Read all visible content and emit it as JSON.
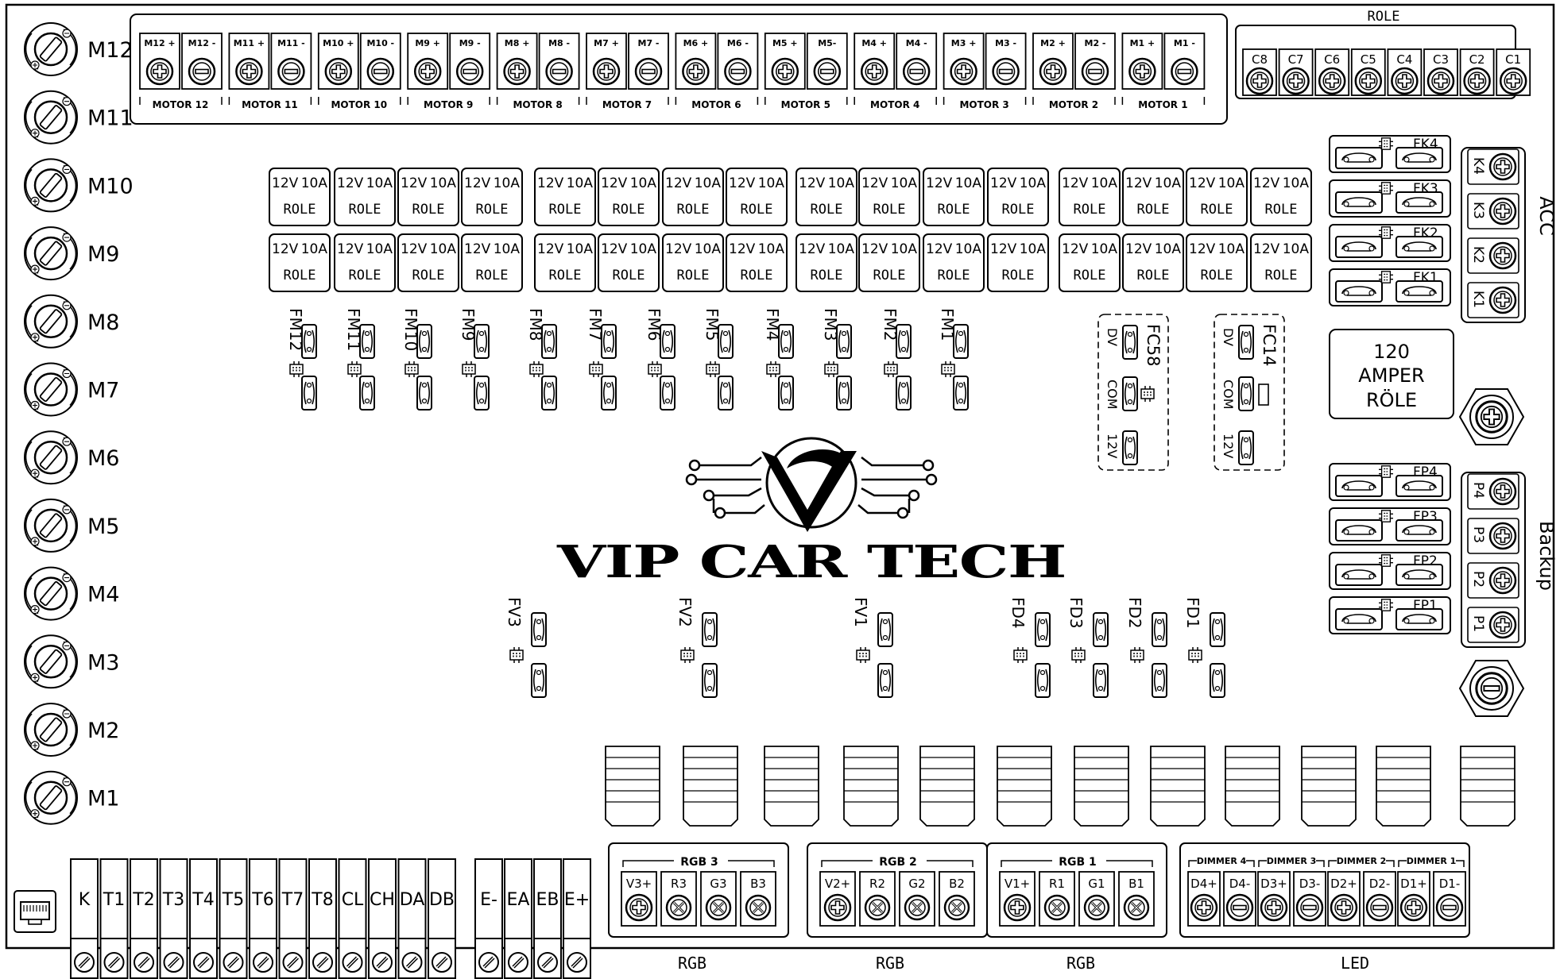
{
  "brand": {
    "name": "VIP CAR TECH"
  },
  "left_motors": [
    "M12",
    "M11",
    "M10",
    "M9",
    "M8",
    "M7",
    "M6",
    "M5",
    "M4",
    "M3",
    "M2",
    "M1"
  ],
  "motor_terminals": {
    "plus_labels": [
      "M12 +",
      "M11 +",
      "M10 +",
      "M9 +",
      "M8 +",
      "M7 +",
      "M6 +",
      "M5 +",
      "M4 +",
      "M3 +",
      "M2 +",
      "M1 +"
    ],
    "minus_labels": [
      "M12 -",
      "M11 -",
      "M10 -",
      "M9 -",
      "M8 -",
      "M7 -",
      "M6 -",
      "M5-",
      "M4 -",
      "M3 -",
      "M2 -",
      "M1 -"
    ],
    "group_labels": [
      "MOTOR 12",
      "MOTOR 11",
      "MOTOR 10",
      "MOTOR 9",
      "MOTOR 8",
      "MOTOR 7",
      "MOTOR 6",
      "MOTOR 5",
      "MOTOR 4",
      "MOTOR 3",
      "MOTOR 2",
      "MOTOR 1"
    ]
  },
  "role_block": {
    "title": "ROLE",
    "channels": [
      "C8",
      "C7",
      "C6",
      "C5",
      "C4",
      "C3",
      "C2",
      "C1"
    ]
  },
  "relay_label": {
    "rating": "12V 10A",
    "volt": "12V",
    "amp": "10A",
    "name": "ROLE"
  },
  "fuse_motor": [
    "FM12",
    "FM11",
    "FM10",
    "FM9",
    "FM8",
    "FM7",
    "FM6",
    "FM5",
    "FM4",
    "FM3",
    "FM2",
    "FM1"
  ],
  "fuse_c": [
    {
      "label": "FC58",
      "pins": [
        "DV",
        "COM",
        "12V"
      ]
    },
    {
      "label": "FC14",
      "pins": [
        "DV",
        "COM",
        "12V"
      ]
    }
  ],
  "acc": {
    "title": "ACC",
    "fuses": [
      "FK4",
      "FK3",
      "FK2",
      "FK1"
    ],
    "terminals": [
      "K4",
      "K3",
      "K2",
      "K1"
    ]
  },
  "backup": {
    "title": "Backup",
    "fuses": [
      "FP4",
      "FP3",
      "FP2",
      "FP1"
    ],
    "terminals": [
      "P4",
      "P3",
      "P2",
      "P1"
    ]
  },
  "amp_relay": {
    "line1": "120",
    "line2": "AMPER",
    "line3": "RÖLE"
  },
  "fuse_v": [
    "FV3",
    "FV2",
    "FV1"
  ],
  "fuse_d": [
    "FD4",
    "FD3",
    "FD2",
    "FD1"
  ],
  "bottom_terminals": [
    "K",
    "T1",
    "T2",
    "T3",
    "T4",
    "T5",
    "T6",
    "T7",
    "T8",
    "CL",
    "CH",
    "DA",
    "DB"
  ],
  "bottom_terminals_right": [
    "E-",
    "EA",
    "EB",
    "E+"
  ],
  "rgb_groups": [
    {
      "title": "RGB 3",
      "pins": [
        "V3+",
        "R3",
        "G3",
        "B3"
      ]
    },
    {
      "title": "RGB 2",
      "pins": [
        "V2+",
        "R2",
        "G2",
        "B2"
      ]
    },
    {
      "title": "RGB 1",
      "pins": [
        "V1+",
        "R1",
        "G1",
        "B1"
      ]
    }
  ],
  "dimmer_groups": [
    {
      "title": "DIMMER 4",
      "pins": [
        "D4+",
        "D4-"
      ]
    },
    {
      "title": "DIMMER 3",
      "pins": [
        "D3+",
        "D3-"
      ]
    },
    {
      "title": "DIMMER 2",
      "pins": [
        "D2+",
        "D2-"
      ]
    },
    {
      "title": "DIMMER 1",
      "pins": [
        "D1+",
        "D1-"
      ]
    }
  ],
  "bottom_labels": [
    "RGB",
    "RGB",
    "RGB",
    "LED"
  ]
}
